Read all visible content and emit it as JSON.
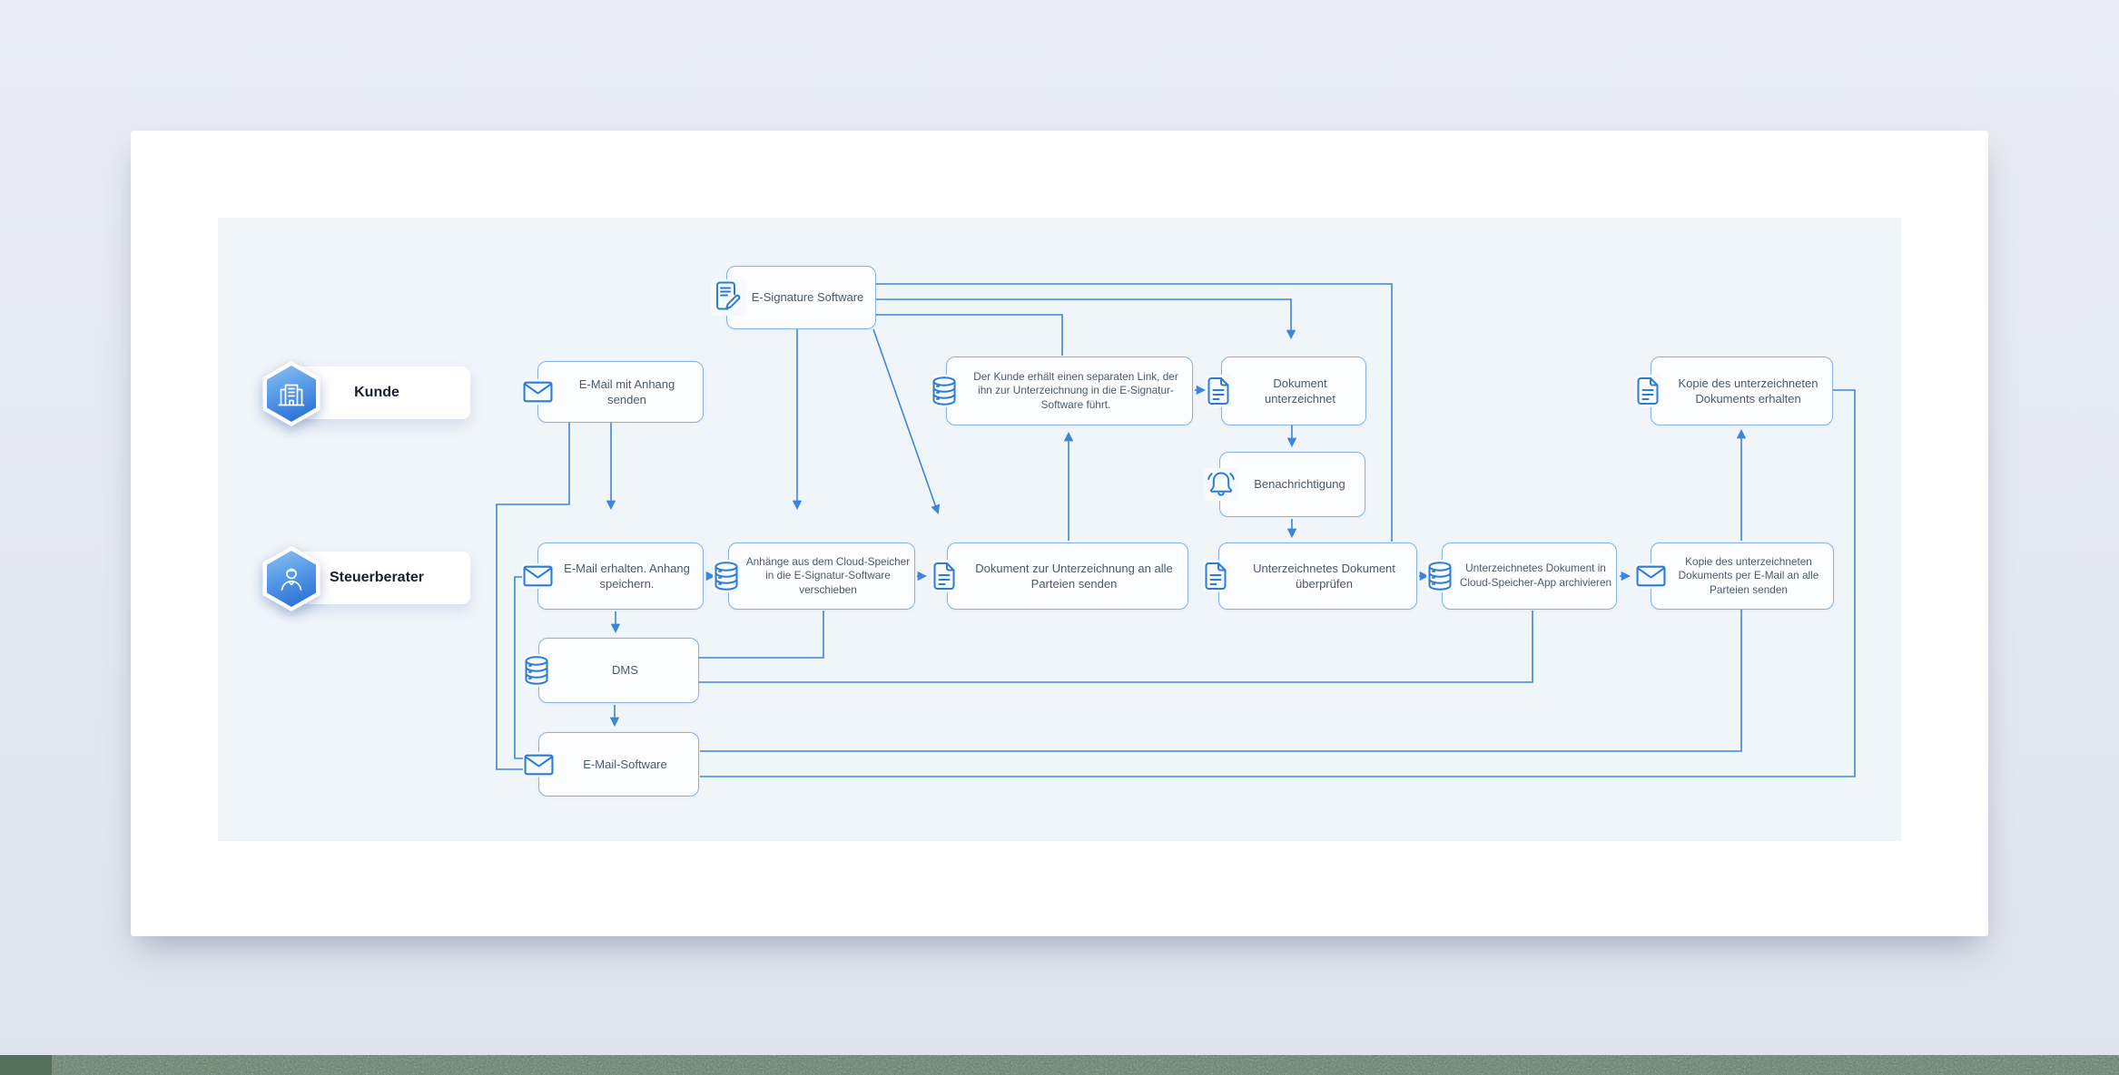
{
  "diagram": {
    "actors": [
      {
        "id": "kunde",
        "label": "Kunde",
        "icon": "building-icon"
      },
      {
        "id": "steuerberater",
        "label": "Steuerberater",
        "icon": "person-icon"
      }
    ],
    "nodes": {
      "esig": {
        "label": "E-Signature Software",
        "icon": "signature-document-icon"
      },
      "email_senden": {
        "label": "E-Mail mit Anhang senden",
        "icon": "envelope-icon"
      },
      "kunde_link": {
        "label": "Der Kunde erhält einen separaten Link, der ihn zur Unterzeichnung in die E-Signatur-Software führt.",
        "icon": "database-icon"
      },
      "dok_unterzeichnet": {
        "label": "Dokument unterzeichnet",
        "icon": "document-icon"
      },
      "kopie_erhalten": {
        "label": "Kopie des unterzeichneten Dokuments erhalten",
        "icon": "document-icon"
      },
      "benachrichtigung": {
        "label": "Benachrichtigung",
        "icon": "bell-icon"
      },
      "email_erhalten": {
        "label": "E-Mail erhalten. Anhang speichern.",
        "icon": "envelope-icon"
      },
      "anhaenge": {
        "label": "Anhänge aus dem Cloud-Speicher in die E-Signatur-Software verschieben",
        "icon": "database-icon"
      },
      "dok_zur": {
        "label": "Dokument zur Unterzeichnung an alle Parteien senden",
        "icon": "document-icon"
      },
      "ueberpruefen": {
        "label": "Unterzeichnetes Dokument überprüfen",
        "icon": "document-icon"
      },
      "archivieren": {
        "label": "Unterzeichnetes Dokument in Cloud-Speicher-App archivieren",
        "icon": "database-icon"
      },
      "kopie_email": {
        "label": "Kopie des unterzeichneten Dokuments per E-Mail an alle Parteien senden",
        "icon": "envelope-icon"
      },
      "dms": {
        "label": "DMS",
        "icon": "database-icon"
      },
      "email_software": {
        "label": "E-Mail-Software",
        "icon": "envelope-icon"
      }
    },
    "edges": [
      {
        "from": "email_senden",
        "to": "email_erhalten"
      },
      {
        "from": "email_senden",
        "to": "email_software"
      },
      {
        "from": "email_software",
        "to": "email_erhalten"
      },
      {
        "from": "email_erhalten",
        "to": "anhaenge"
      },
      {
        "from": "email_erhalten",
        "to": "dms"
      },
      {
        "from": "dms",
        "to": "anhaenge"
      },
      {
        "from": "dms",
        "to": "email_software"
      },
      {
        "from": "anhaenge",
        "to": "dok_zur"
      },
      {
        "from": "esig",
        "to": "anhaenge"
      },
      {
        "from": "esig",
        "to": "dok_zur"
      },
      {
        "from": "esig",
        "to": "kunde_link"
      },
      {
        "from": "esig",
        "to": "dok_unterzeichnet"
      },
      {
        "from": "esig",
        "to": "ueberpruefen"
      },
      {
        "from": "dok_zur",
        "to": "kunde_link"
      },
      {
        "from": "kunde_link",
        "to": "dok_unterzeichnet"
      },
      {
        "from": "dok_unterzeichnet",
        "to": "benachrichtigung"
      },
      {
        "from": "benachrichtigung",
        "to": "ueberpruefen"
      },
      {
        "from": "ueberpruefen",
        "to": "archivieren"
      },
      {
        "from": "archivieren",
        "to": "kopie_email"
      },
      {
        "from": "archivieren",
        "to": "dms"
      },
      {
        "from": "kopie_email",
        "to": "kopie_erhalten"
      },
      {
        "from": "kopie_email",
        "to": "email_software"
      },
      {
        "from": "email_software",
        "to": "kopie_erhalten"
      }
    ],
    "colors": {
      "connector": "#3f86d8",
      "node_border": "#85b2e2",
      "node_fill": "#fbfdff",
      "panel": "#f0f5fa",
      "icon_stroke": "#2e7bd2",
      "badge_gradient_start": "#90c2f1",
      "badge_gradient_end": "#2268d2"
    }
  }
}
